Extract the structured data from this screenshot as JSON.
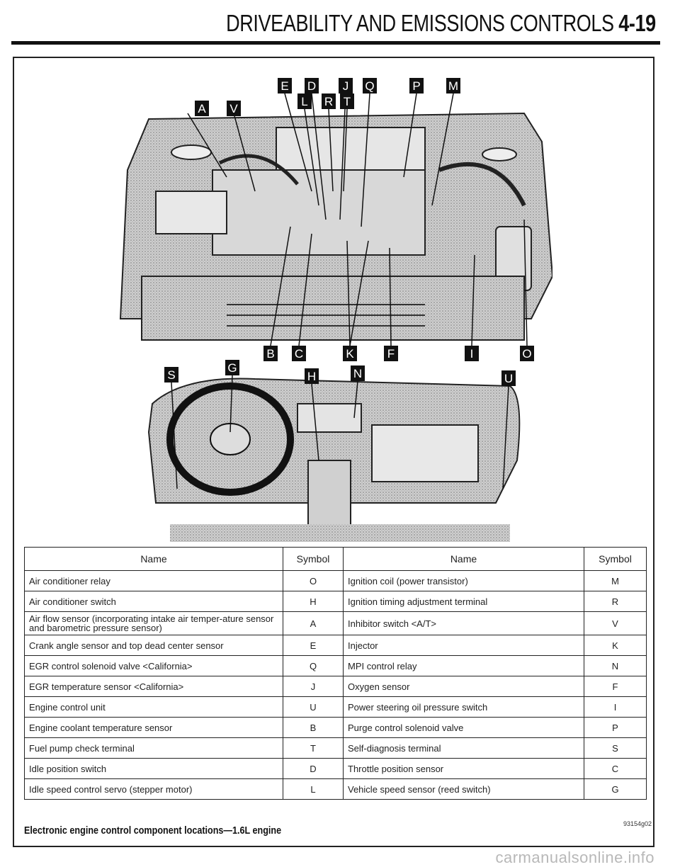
{
  "header": {
    "title": "DRIVEABILITY AND EMISSIONS CONTROLS",
    "page": "4-19"
  },
  "figure": {
    "labels_top": [
      "E",
      "D",
      "J",
      "Q",
      "P",
      "M",
      "A",
      "V",
      "L",
      "R",
      "T"
    ],
    "labels_middle": [
      "B",
      "C",
      "K",
      "F",
      "I",
      "O"
    ],
    "labels_dash": [
      "S",
      "G",
      "H",
      "N",
      "U"
    ]
  },
  "table": {
    "headers": [
      "Name",
      "Symbol",
      "Name",
      "Symbol"
    ],
    "rows": [
      [
        "Air conditioner relay",
        "O",
        "Ignition coil (power transistor)",
        "M"
      ],
      [
        "Air conditioner switch",
        "H",
        "Ignition timing adjustment terminal",
        "R"
      ],
      [
        "Air flow sensor (incorporating intake air temper-ature sensor and barometric pressure sensor)",
        "A",
        "Inhibitor switch <A/T>",
        "V"
      ],
      [
        "Crank angle sensor and top dead center sensor",
        "E",
        "Injector",
        "K"
      ],
      [
        "EGR control solenoid valve <California>",
        "Q",
        "MPI control relay",
        "N"
      ],
      [
        "EGR temperature sensor <California>",
        "J",
        "Oxygen sensor",
        "F"
      ],
      [
        "Engine control unit",
        "U",
        "Power steering oil pressure switch",
        "I"
      ],
      [
        "Engine coolant temperature sensor",
        "B",
        "Purge control solenoid valve",
        "P"
      ],
      [
        "Fuel pump check terminal",
        "T",
        "Self-diagnosis terminal",
        "S"
      ],
      [
        "Idle position switch",
        "D",
        "Throttle position sensor",
        "C"
      ],
      [
        "Idle speed control servo (stepper motor)",
        "L",
        "Vehicle speed sensor (reed switch)",
        "G"
      ]
    ]
  },
  "caption": "Electronic engine control component locations—1.6L engine",
  "figure_code": "93154g02",
  "watermark": "carmanualsonline.info"
}
